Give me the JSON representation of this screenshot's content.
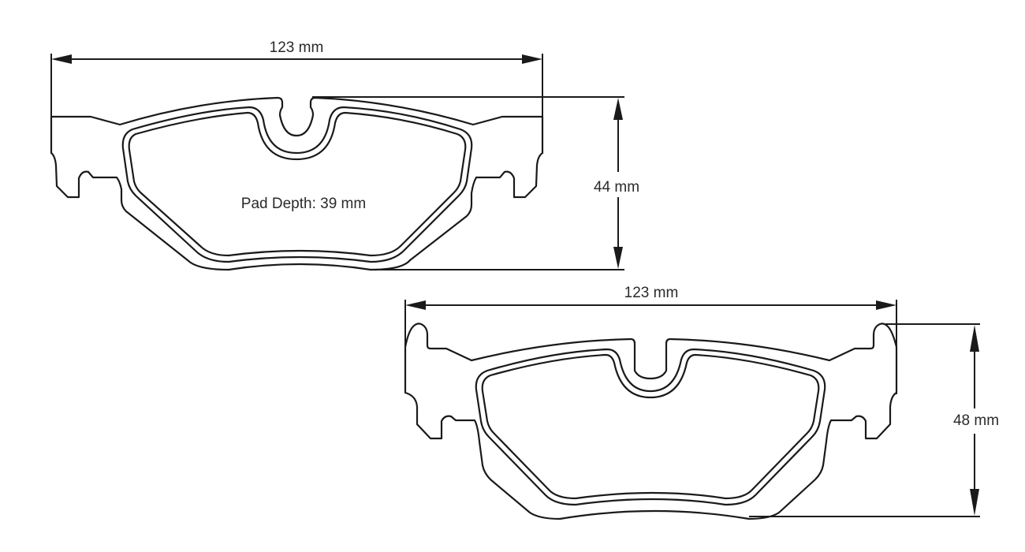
{
  "diagram": {
    "background": "#ffffff",
    "line_color": "#1a1a1a",
    "front_pad": {
      "width_label": "123 mm",
      "height_label": "44 mm",
      "depth_label": "Pad Depth: 39 mm"
    },
    "rear_pad": {
      "width_label": "123 mm",
      "height_label": "48 mm"
    }
  }
}
